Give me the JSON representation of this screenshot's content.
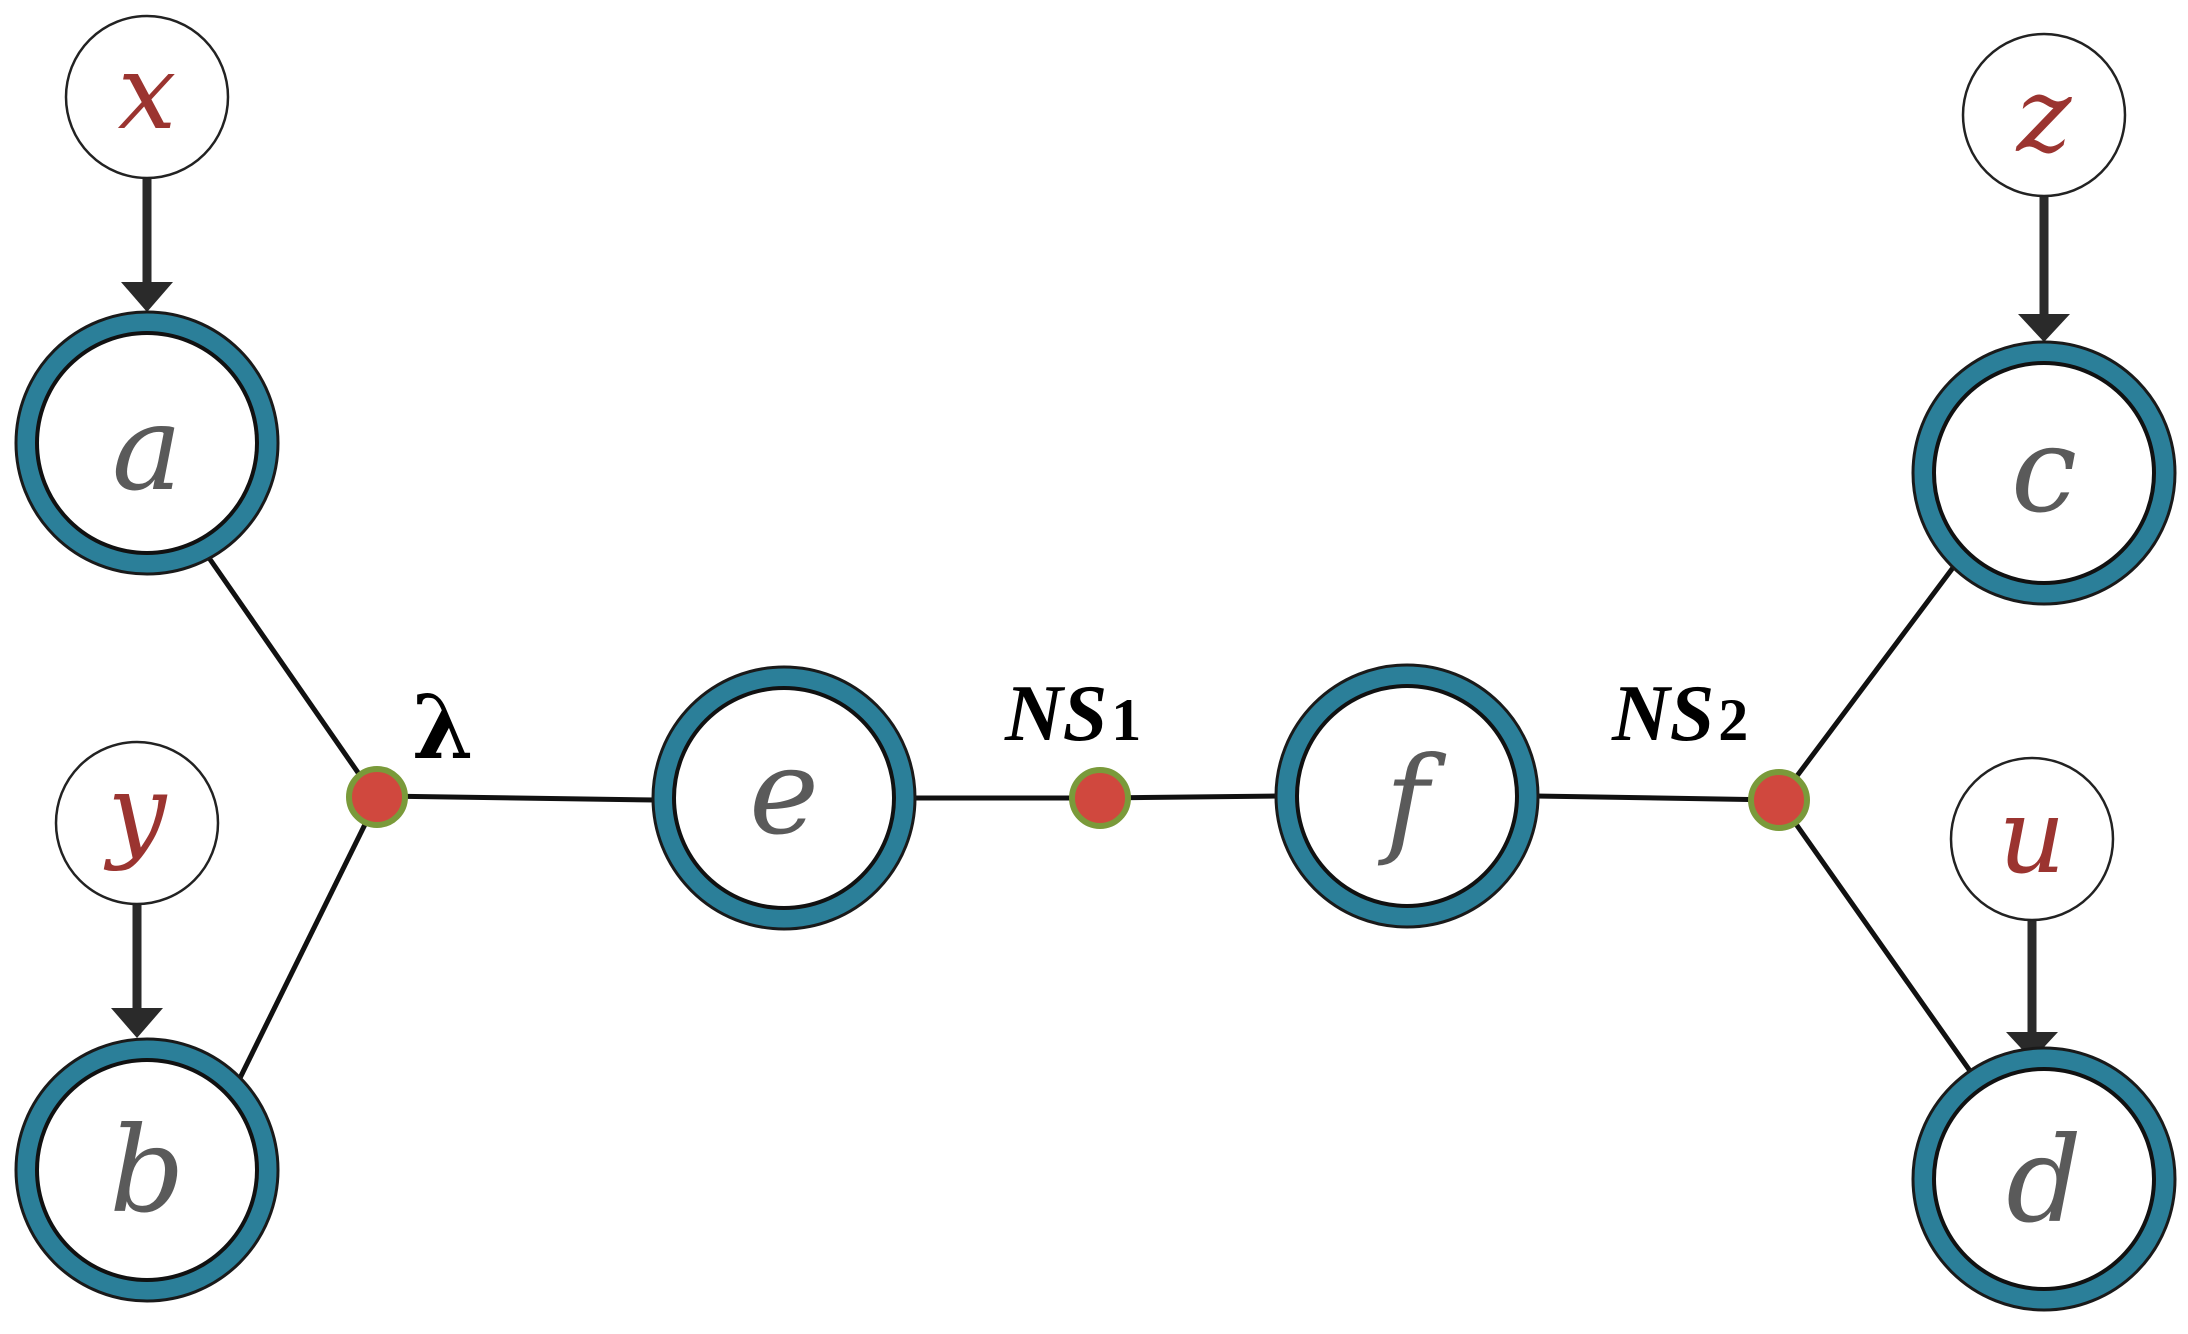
{
  "nodes": {
    "a": "a",
    "b": "b",
    "c": "c",
    "d": "d",
    "e": "e",
    "f": "f"
  },
  "inputs": {
    "x": "x",
    "y": "y",
    "z": "z",
    "u": "u"
  },
  "junctions": {
    "lambda": "λ",
    "ns1_main": "NS",
    "ns1_sub": "1",
    "ns2_main": "NS",
    "ns2_sub": "2"
  },
  "colors": {
    "ring": "#2b7f99",
    "junction_fill": "#d0483e",
    "junction_border": "#7a9a3a",
    "input_text": "#9b3430",
    "node_text": "#5a5a5a"
  }
}
